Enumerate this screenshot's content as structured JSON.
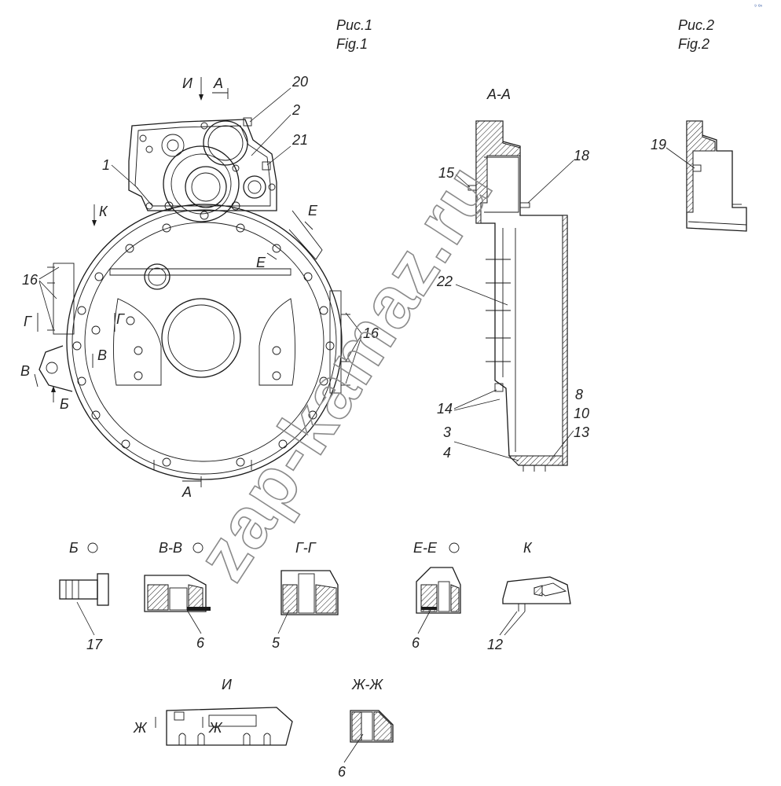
{
  "figure1": {
    "caption_ru": "Рис.1",
    "caption_en": "Fig.1"
  },
  "figure2": {
    "caption_ru": "Рис.2",
    "caption_en": "Fig.2"
  },
  "section_title_aa": "А-А",
  "part_numbers": {
    "p1": "1",
    "p2": "2",
    "p3": "3",
    "p4": "4",
    "p5": "5",
    "p6a": "6",
    "p6b": "6",
    "p6c": "6",
    "p8": "8",
    "p10": "10",
    "p12": "12",
    "p13": "13",
    "p14": "14",
    "p15": "15",
    "p16a": "16",
    "p16b": "16",
    "p17": "17",
    "p18": "18",
    "p19": "19",
    "p20": "20",
    "p21": "21",
    "p22": "22"
  },
  "view_markers": {
    "i_top": "И",
    "a_top": "А",
    "a_bottom": "А",
    "k": "К",
    "e_out": "Е",
    "e_in": "Е",
    "g_left": "Г",
    "g_right": "Г",
    "v_left": "В",
    "v_in": "В",
    "b": "Б"
  },
  "detail_titles": {
    "b": "Б",
    "vv": "В-В",
    "gg": "Г-Г",
    "ee": "Е-Е",
    "k": "К",
    "i": "И",
    "zhzh": "Ж-Ж"
  },
  "detail_i_markers": {
    "zh_left": "Ж",
    "zh_right": "Ж"
  },
  "watermark": "zap-kamaz.ru",
  "corner_mark": "⁹ ᵉⁿ",
  "colors": {
    "ink": "#1a1a1a",
    "watermark": "#8a8a8a",
    "background": "#ffffff"
  }
}
